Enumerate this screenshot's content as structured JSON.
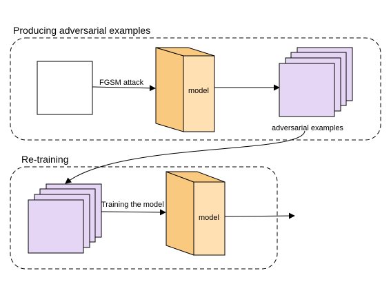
{
  "sections": {
    "producing": {
      "title": "Producing adversarial examples"
    },
    "retraining": {
      "title": "Re-training"
    }
  },
  "edges": {
    "fgsm": {
      "label": "FGSM attack"
    },
    "training": {
      "label": "Training the model"
    }
  },
  "nodes": {
    "model_top": {
      "label": "model"
    },
    "adv_stack": {
      "label": "adversarial examples"
    },
    "model_bottom": {
      "label": "model"
    }
  },
  "colors": {
    "model_face": "#ffe0b3",
    "model_side": "#f9c97f",
    "stack_fill": "#e6d6f5",
    "stroke": "#000000"
  }
}
